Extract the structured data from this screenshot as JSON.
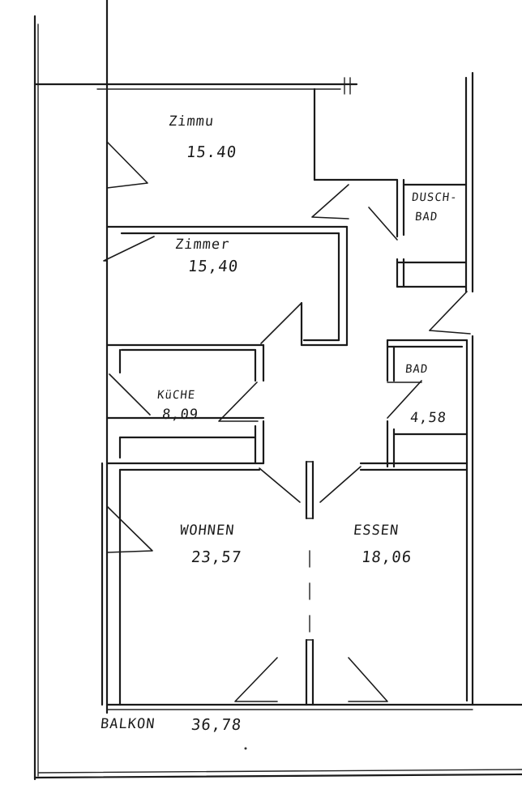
{
  "rooms": {
    "zimmer_1": {
      "name": "Zimmu",
      "area": "15.40"
    },
    "zimmer_2": {
      "name": "Zimmer",
      "area": "15,40"
    },
    "dusch_bad": {
      "name_line1": "DUSCH-",
      "name_line2": "BAD"
    },
    "kueche": {
      "name": "KüCHE",
      "area": "8,09"
    },
    "bad": {
      "name": "BAD",
      "area": "4,58"
    },
    "wohnen": {
      "name": "WOHNEN",
      "area": "23,57"
    },
    "essen": {
      "name": "ESSEN",
      "area": "18,06"
    },
    "balkon": {
      "name": "BALKON",
      "area": "36,78"
    }
  }
}
